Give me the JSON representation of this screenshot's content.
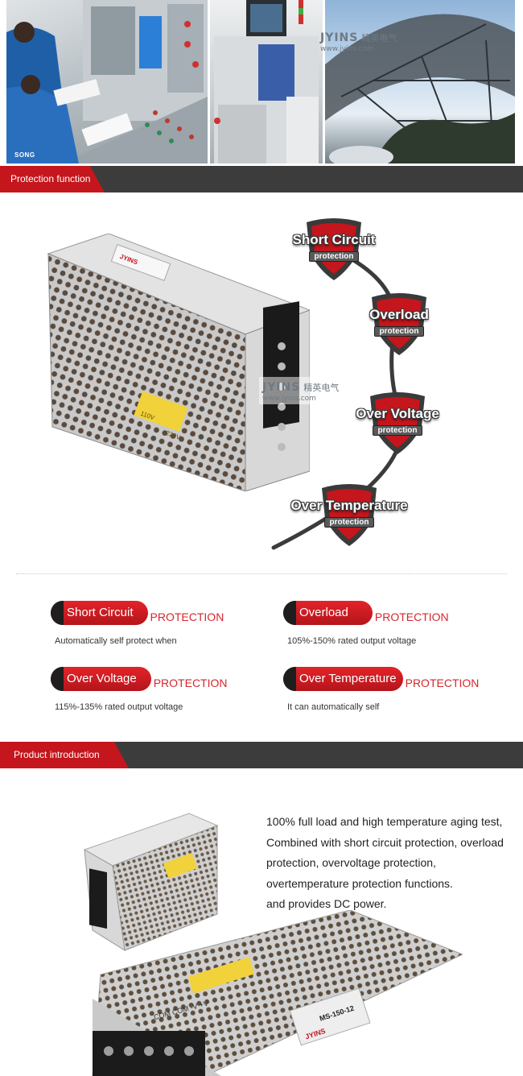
{
  "photos": {
    "caption": "SONG",
    "watermark_brand": "JYINS",
    "watermark_cn": "精英电气",
    "watermark_url": "www.jyins.com"
  },
  "section_protection": {
    "title": "Protection function"
  },
  "graphic": {
    "shields": [
      {
        "title": "Short Circuit",
        "sub": "protection"
      },
      {
        "title": "Overload",
        "sub": "protection"
      },
      {
        "title": "Over Voltage",
        "sub": "protection"
      },
      {
        "title": "Over Temperature",
        "sub": "protection"
      }
    ],
    "psu_labels": {
      "left_label": "110V",
      "right_label": "220V",
      "brand": "JYINS"
    }
  },
  "protections": [
    {
      "label": "Short Circuit",
      "word": "PROTECTION",
      "desc": "Automatically self protect when"
    },
    {
      "label": "Overload",
      "word": "PROTECTION",
      "desc": "105%-150% rated output voltage"
    },
    {
      "label": "Over Voltage",
      "word": "PROTECTION",
      "desc": "115%-135% rated output voltage"
    },
    {
      "label": "Over Temperature",
      "word": "PROTECTION",
      "desc": "It can automatically self"
    }
  ],
  "section_product": {
    "title": "Product introduction"
  },
  "intro": {
    "lines": [
      "100% full load and high temperature aging test,",
      "Combined with short circuit protection, overload protection, overvoltage protection, overtemperature protection functions.",
      "and provides DC power."
    ]
  },
  "product_labels": {
    "model": "MS-150-12",
    "brand": "JYINS",
    "terminals": "COM COM -V +V"
  },
  "colors": {
    "accent": "#c4161c",
    "header_bar": "#3c3c3c",
    "protection_text": "#d6262c"
  }
}
